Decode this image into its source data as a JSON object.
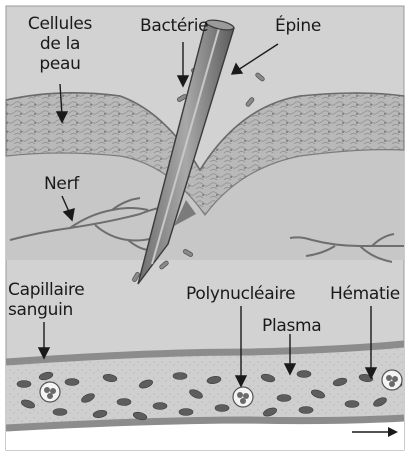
{
  "labels": {
    "cellules": "Cellules\nde la\npeau",
    "bacterie": "Bactérie",
    "epine": "Épine",
    "nerf": "Nerf",
    "capillaire": "Capillaire\nsanguin",
    "polynucleaire": "Polynucléaire",
    "plasma": "Plasma",
    "hematie": "Hématie"
  },
  "colors": {
    "background": "#d2d2d2",
    "skin_cells": "#b8b8b8",
    "dermis": "#c4c4c4",
    "vessel_wall": "#a4a4a4",
    "red_cell": "#5a5a5a",
    "thorn": "#8a8a8a"
  },
  "icons": [
    "flow-arrow-icon"
  ]
}
